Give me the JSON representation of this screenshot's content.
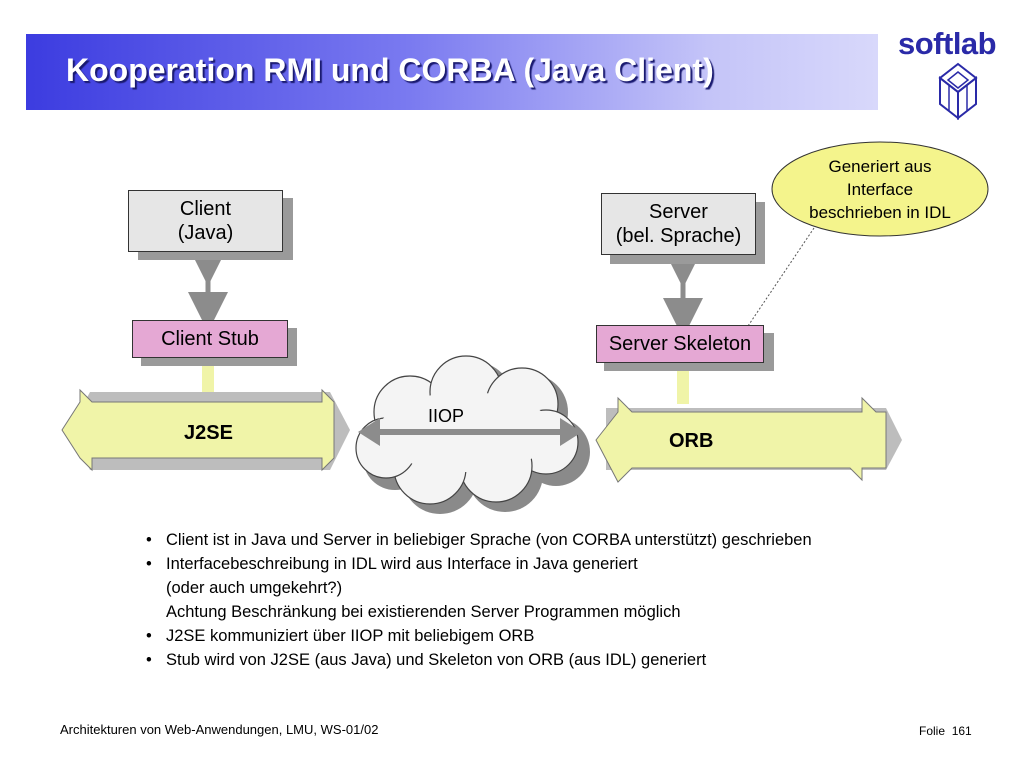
{
  "header": {
    "title": "Kooperation RMI und CORBA (Java Client)"
  },
  "logo": {
    "text": "softlab",
    "icon": "softlab-cube-icon"
  },
  "diagram": {
    "client_label": "Client",
    "client_sub": "(Java)",
    "server_label": "Server",
    "server_sub": "(bel. Sprache)",
    "client_stub": "Client Stub",
    "server_skeleton": "Server Skeleton",
    "left_bus": "J2SE",
    "right_bus": "ORB",
    "protocol": "IIOP",
    "callout": [
      "Generiert aus",
      "Interface",
      "beschrieben in IDL"
    ]
  },
  "bullets": [
    {
      "text": "Client ist in Java und Server in beliebiger Sprache (von CORBA unterstützt) geschrieben",
      "continuations": []
    },
    {
      "text": "Interfacebeschreibung in IDL wird aus Interface in Java generiert",
      "continuations": [
        "(oder auch umgekehrt?)",
        "Achtung Beschränkung bei existierenden Server Programmen möglich"
      ]
    },
    {
      "text": "J2SE kommuniziert über IIOP mit beliebigem ORB",
      "continuations": []
    },
    {
      "text": "Stub wird von J2SE (aus Java) und Skeleton von ORB (aus IDL) generiert",
      "continuations": []
    }
  ],
  "footer": {
    "left": "Architekturen von Web-Anwendungen, LMU, WS-01/02",
    "folie_label": "Folie",
    "page": "161"
  },
  "colors": {
    "title_gradient_start": "#3c3ce0",
    "title_gradient_end": "#d8d8fb",
    "box_gray": "#e6e6e6",
    "box_pink": "#e5a8d4",
    "bus_yellow": "#f0f4a8",
    "callout_yellow": "#f4f48c",
    "arrow_gray": "#8c8c8c"
  }
}
